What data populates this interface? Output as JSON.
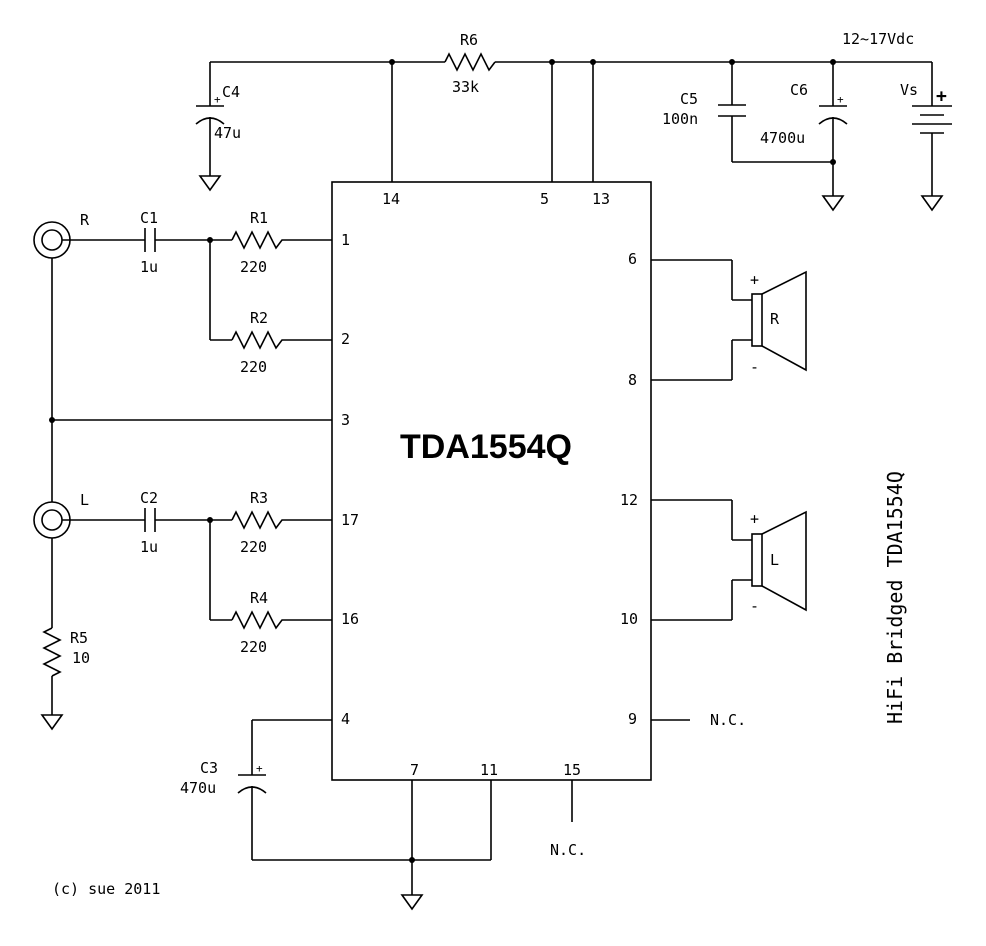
{
  "supply_label": "12~17Vdc",
  "chip": {
    "name": "TDA1554Q"
  },
  "title_vertical": "HiFi Bridged TDA1554Q",
  "copyright": "(c) sue 2011",
  "nc_label": "N.C.",
  "pins": {
    "p1": "1",
    "p2": "2",
    "p3": "3",
    "p4": "4",
    "p5": "5",
    "p6": "6",
    "p7": "7",
    "p8": "8",
    "p9": "9",
    "p10": "10",
    "p11": "11",
    "p12": "12",
    "p13": "13",
    "p14": "14",
    "p15": "15",
    "p16": "16",
    "p17": "17"
  },
  "components": {
    "r1": {
      "name": "R1",
      "value": "220"
    },
    "r2": {
      "name": "R2",
      "value": "220"
    },
    "r3": {
      "name": "R3",
      "value": "220"
    },
    "r4": {
      "name": "R4",
      "value": "220"
    },
    "r5": {
      "name": "R5",
      "value": "10"
    },
    "r6": {
      "name": "R6",
      "value": "33k"
    },
    "c1": {
      "name": "C1",
      "value": "1u"
    },
    "c2": {
      "name": "C2",
      "value": "1u"
    },
    "c3": {
      "name": "C3",
      "value": "470u"
    },
    "c4": {
      "name": "C4",
      "value": "47u"
    },
    "c5": {
      "name": "C5",
      "value": "100n"
    },
    "c6": {
      "name": "C6",
      "value": "4700u"
    },
    "vs": {
      "name": "Vs"
    }
  },
  "inputs": {
    "right": "R",
    "left": "L"
  },
  "speakers": {
    "right": "R",
    "left": "L",
    "plus": "+",
    "minus": "-"
  },
  "polarity_plus": "+"
}
